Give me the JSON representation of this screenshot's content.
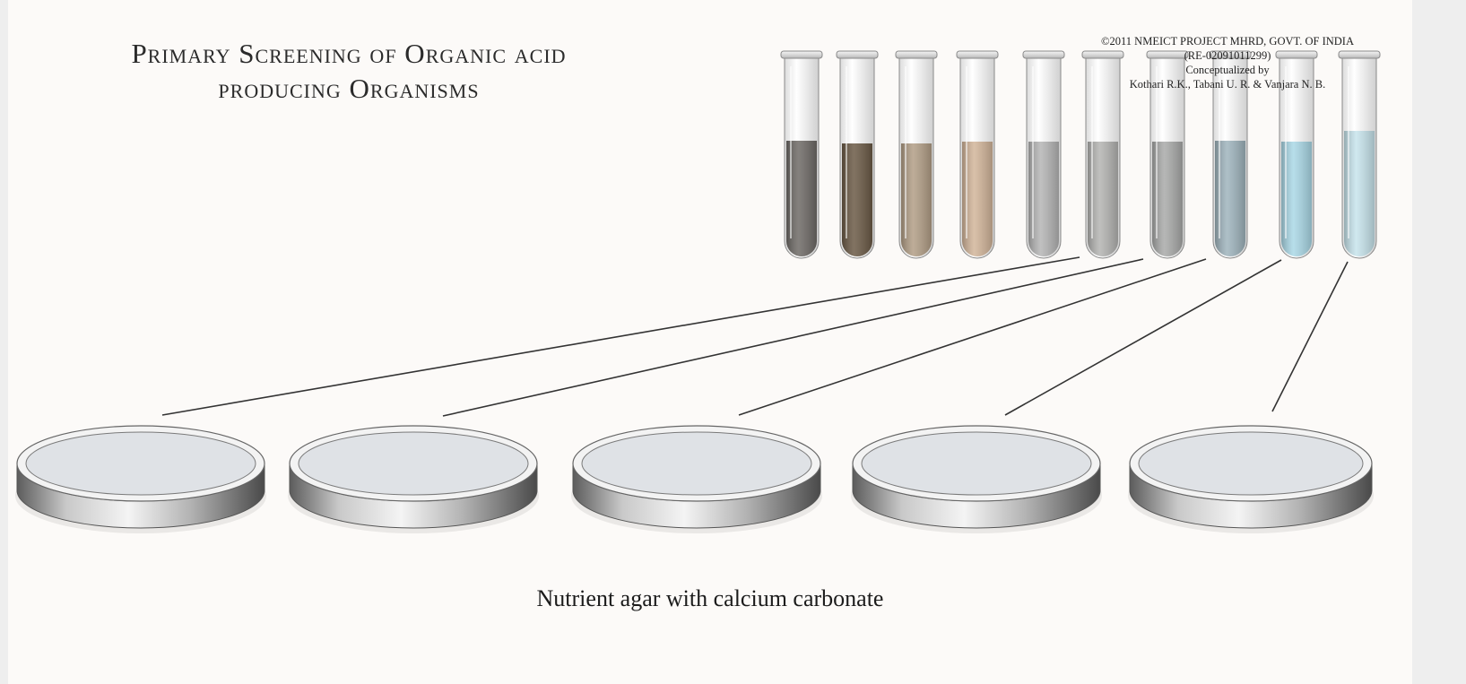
{
  "title": {
    "line1": "Primary Screening of Organic acid",
    "line2": "producing Organisms"
  },
  "credits": {
    "copyright": "©2011 NMEICT PROJECT MHRD, GOVT. OF INDIA",
    "registration": "(RE-02091011299)",
    "conceptualized": "Conceptualized by",
    "authors": "Kothari R.K., Tabani U. R. & Vanjara N. B."
  },
  "caption": "Nutrient agar with calcium carbonate",
  "tube_colors": [
    "#6e6a66",
    "#6b5a46",
    "#b29e86",
    "#d2b59a",
    "#b5b5b5",
    "#b4b4b2",
    "#a9aaa9",
    "#9fb4bd",
    "#aad8e6",
    "#c7e4ec"
  ],
  "plate_color": "#dfe2e6",
  "line_color": "#333333",
  "tube_count": 10,
  "plate_count": 5
}
